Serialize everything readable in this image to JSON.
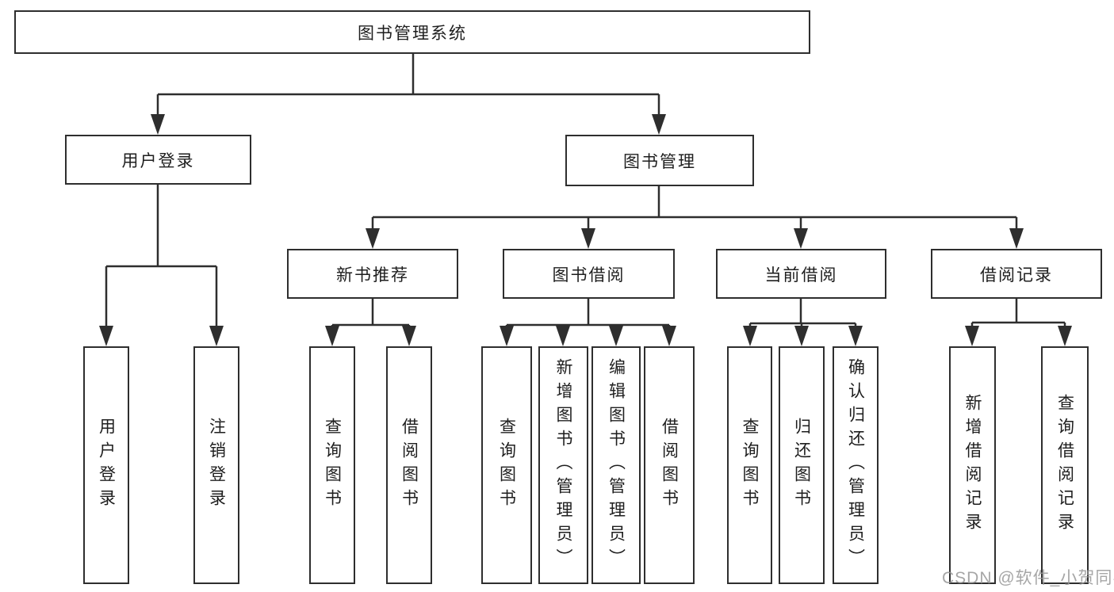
{
  "diagram": {
    "root": {
      "label": "图书管理系统",
      "children": [
        {
          "label": "用户登录",
          "children": [
            {
              "label": "用户登录"
            },
            {
              "label": "注销登录"
            }
          ]
        },
        {
          "label": "图书管理",
          "children": [
            {
              "label": "新书推荐",
              "children": [
                {
                  "label": "查询图书"
                },
                {
                  "label": "借阅图书"
                }
              ]
            },
            {
              "label": "图书借阅",
              "children": [
                {
                  "label": "查询图书"
                },
                {
                  "label": "新增图书（管理员）"
                },
                {
                  "label": "编辑图书（管理员）"
                },
                {
                  "label": "借阅图书"
                }
              ]
            },
            {
              "label": "当前借阅",
              "children": [
                {
                  "label": "查询图书"
                },
                {
                  "label": "归还图书"
                },
                {
                  "label": "确认归还（管理员）"
                }
              ]
            },
            {
              "label": "借阅记录",
              "children": [
                {
                  "label": "新增借阅记录"
                },
                {
                  "label": "查询借阅记录"
                }
              ]
            }
          ]
        }
      ]
    },
    "colors": {
      "line": "#2e2e2e",
      "text": "#1e1e1e",
      "box_background": "#ffffff",
      "watermark": "#969696"
    }
  },
  "watermark": {
    "text": "CSDN @软件_小贺同学"
  }
}
